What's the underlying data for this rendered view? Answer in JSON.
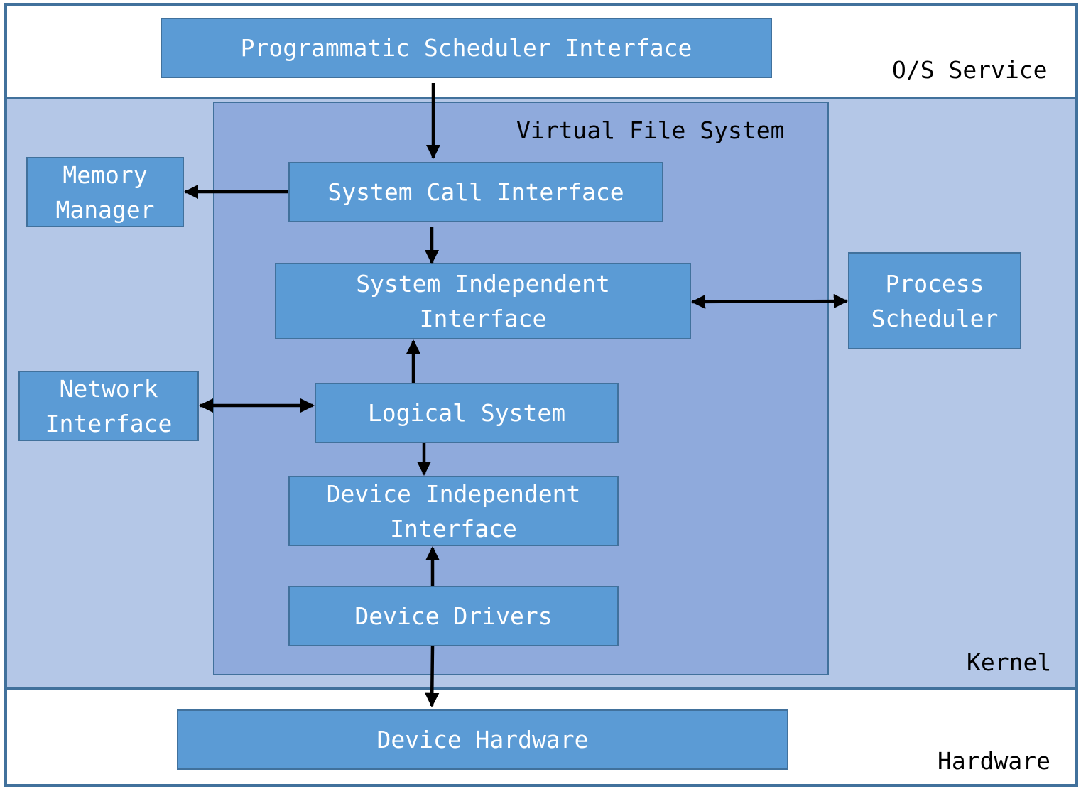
{
  "layers": {
    "os_service": "O/S Service",
    "kernel": "Kernel",
    "hardware": "Hardware"
  },
  "vfs": {
    "title": "Virtual File System"
  },
  "components": {
    "programmatic_scheduler_interface": "Programmatic Scheduler Interface",
    "system_call_interface": "System Call Interface",
    "memory_manager": "Memory\nManager",
    "system_independent_interface": "System Independent\nInterface",
    "process_scheduler": "Process\nScheduler",
    "network_interface": "Network\nInterface",
    "logical_system": "Logical System",
    "device_independent_interface": "Device Independent\nInterface",
    "device_drivers": "Device Drivers",
    "device_hardware": "Device Hardware"
  },
  "colors": {
    "box_fill": "#5b9bd5",
    "box_border": "#41719c",
    "kernel_fill": "#b4c7e7",
    "vfs_fill": "#8faadc",
    "arrow": "#000000"
  }
}
